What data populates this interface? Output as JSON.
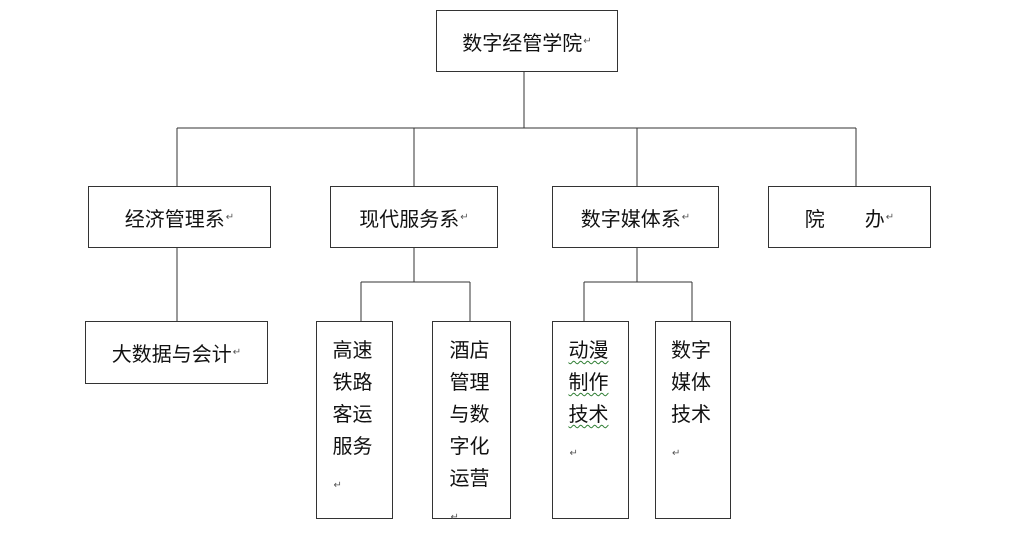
{
  "root": {
    "label": "数字经管学院"
  },
  "departments": [
    {
      "label": "经济管理系"
    },
    {
      "label": "现代服务系"
    },
    {
      "label": "数字媒体系"
    },
    {
      "label": "院　　办"
    }
  ],
  "programs": {
    "big_data_accounting": {
      "label": "大数据与会计"
    },
    "railway_service": {
      "label": "高速铁路客运服务"
    },
    "hotel_management": {
      "label": "酒店管理与数字化运营"
    },
    "animation": {
      "label": "动漫制作技术"
    },
    "digital_media_tech": {
      "label": "数字媒体技术"
    }
  },
  "paragraph_mark": "↵",
  "colors": {
    "line": "#333333",
    "text": "#111111",
    "spellcheck_underline": "#2e7d32"
  }
}
